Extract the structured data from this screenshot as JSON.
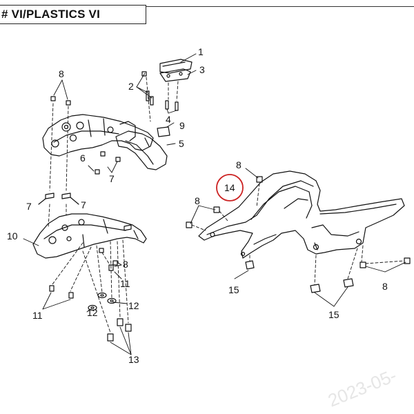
{
  "header": {
    "title": "# VI/PLASTICS VI"
  },
  "callouts": [
    {
      "id": "c1",
      "label": "1"
    },
    {
      "id": "c2",
      "label": "2"
    },
    {
      "id": "c3",
      "label": "3"
    },
    {
      "id": "c4",
      "label": "4"
    },
    {
      "id": "c5",
      "label": "5"
    },
    {
      "id": "c6",
      "label": "6"
    },
    {
      "id": "c7a",
      "label": "7"
    },
    {
      "id": "c7b",
      "label": "7"
    },
    {
      "id": "c7c",
      "label": "7"
    },
    {
      "id": "c8a",
      "label": "8"
    },
    {
      "id": "c8b",
      "label": "8"
    },
    {
      "id": "c8c",
      "label": "8"
    },
    {
      "id": "c8d",
      "label": "8"
    },
    {
      "id": "c8e",
      "label": "8"
    },
    {
      "id": "c9",
      "label": "9"
    },
    {
      "id": "c10",
      "label": "10"
    },
    {
      "id": "c11a",
      "label": "11"
    },
    {
      "id": "c11b",
      "label": "11"
    },
    {
      "id": "c12a",
      "label": "12"
    },
    {
      "id": "c12b",
      "label": "12"
    },
    {
      "id": "c13",
      "label": "13"
    },
    {
      "id": "c14",
      "label": "14"
    },
    {
      "id": "c15a",
      "label": "15"
    },
    {
      "id": "c15b",
      "label": "15"
    }
  ],
  "watermark": "2023-05-"
}
